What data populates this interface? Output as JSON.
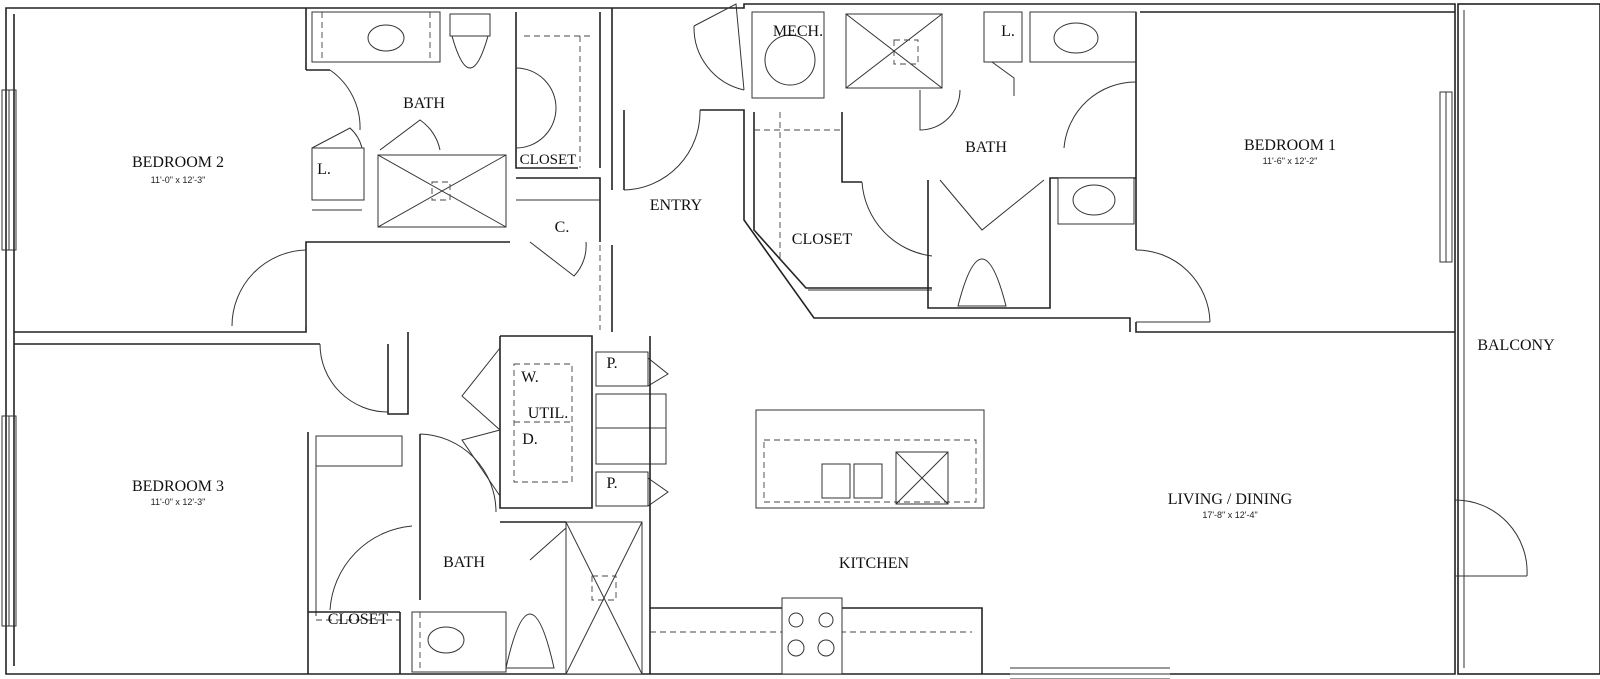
{
  "rooms": {
    "bedroom2": {
      "name": "BEDROOM 2",
      "dims": "11'-0\" x 12'-3\""
    },
    "bedroom3": {
      "name": "BEDROOM 3",
      "dims": "11'-0\" x 12'-3\""
    },
    "bedroom1": {
      "name": "BEDROOM 1",
      "dims": "11'-6\" x 12'-2\""
    },
    "living": {
      "name": "LIVING / DINING",
      "dims": "17'-8\" x 12'-4\""
    },
    "bath_top_left": {
      "name": "BATH"
    },
    "bath_top_right": {
      "name": "BATH"
    },
    "bath_bottom": {
      "name": "BATH"
    },
    "closet_top_left": {
      "name": "CLOSET"
    },
    "closet_top_right": {
      "name": "CLOSET"
    },
    "closet_bottom": {
      "name": "CLOSET"
    },
    "entry": {
      "name": "ENTRY"
    },
    "kitchen": {
      "name": "KITCHEN"
    },
    "balcony": {
      "name": "BALCONY"
    },
    "mech": {
      "name": "MECH."
    },
    "util": {
      "name": "UTIL."
    },
    "washer": {
      "name": "W."
    },
    "dryer": {
      "name": "D."
    },
    "pantry_top": {
      "name": "P."
    },
    "pantry_bottom": {
      "name": "P."
    },
    "coat_closet": {
      "name": "C."
    },
    "linen_left": {
      "name": "L."
    },
    "linen_right": {
      "name": "L."
    }
  }
}
